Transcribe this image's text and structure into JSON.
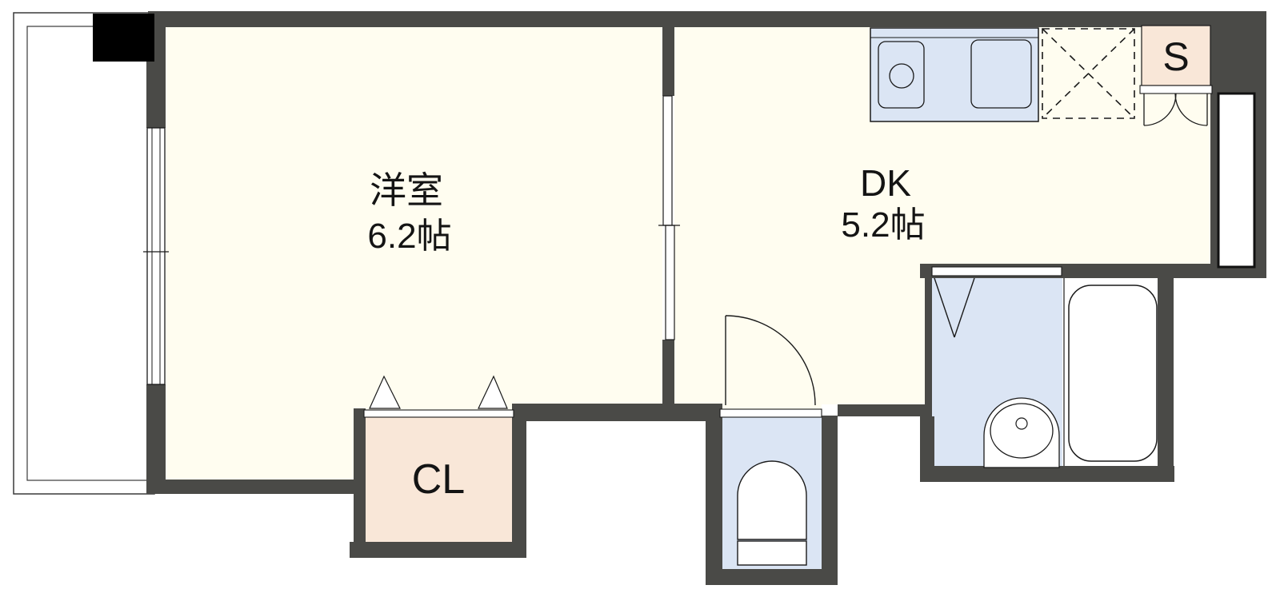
{
  "document": {
    "type": "apartment-floor-plan"
  },
  "rooms": {
    "western": {
      "name": "洋室",
      "area": "6.2帖"
    },
    "dining_kitchen": {
      "name": "DK",
      "area": "5.2帖"
    },
    "closet": {
      "name": "CL"
    },
    "storage": {
      "name": "S"
    }
  },
  "fixtures": {
    "kitchen_counter": "kitchen-counter",
    "stove": "single-burner-stove",
    "sink": "kitchen-sink",
    "refrigerator_space": "refrigerator-space-dashed-box",
    "bathtub": "bathtub",
    "washbasin": "washbasin",
    "toilet": "toilet",
    "balcony": "balcony",
    "pillar": "pillar-solid-black",
    "window_left": "sliding-window",
    "window_right": "entrance-window",
    "partition_sliding_door": "sliding-door",
    "toilet_door": "swing-door",
    "storage_double_door": "double-swing-door",
    "washroom_folding_door": "folding-door"
  },
  "colors": {
    "wall": "#4a4a47",
    "floor": "#fffdf0",
    "water_area": "#dbe5f4",
    "closet_fill": "#f9e7d8",
    "pillar": "#000000",
    "line": "#1a1a1a"
  }
}
